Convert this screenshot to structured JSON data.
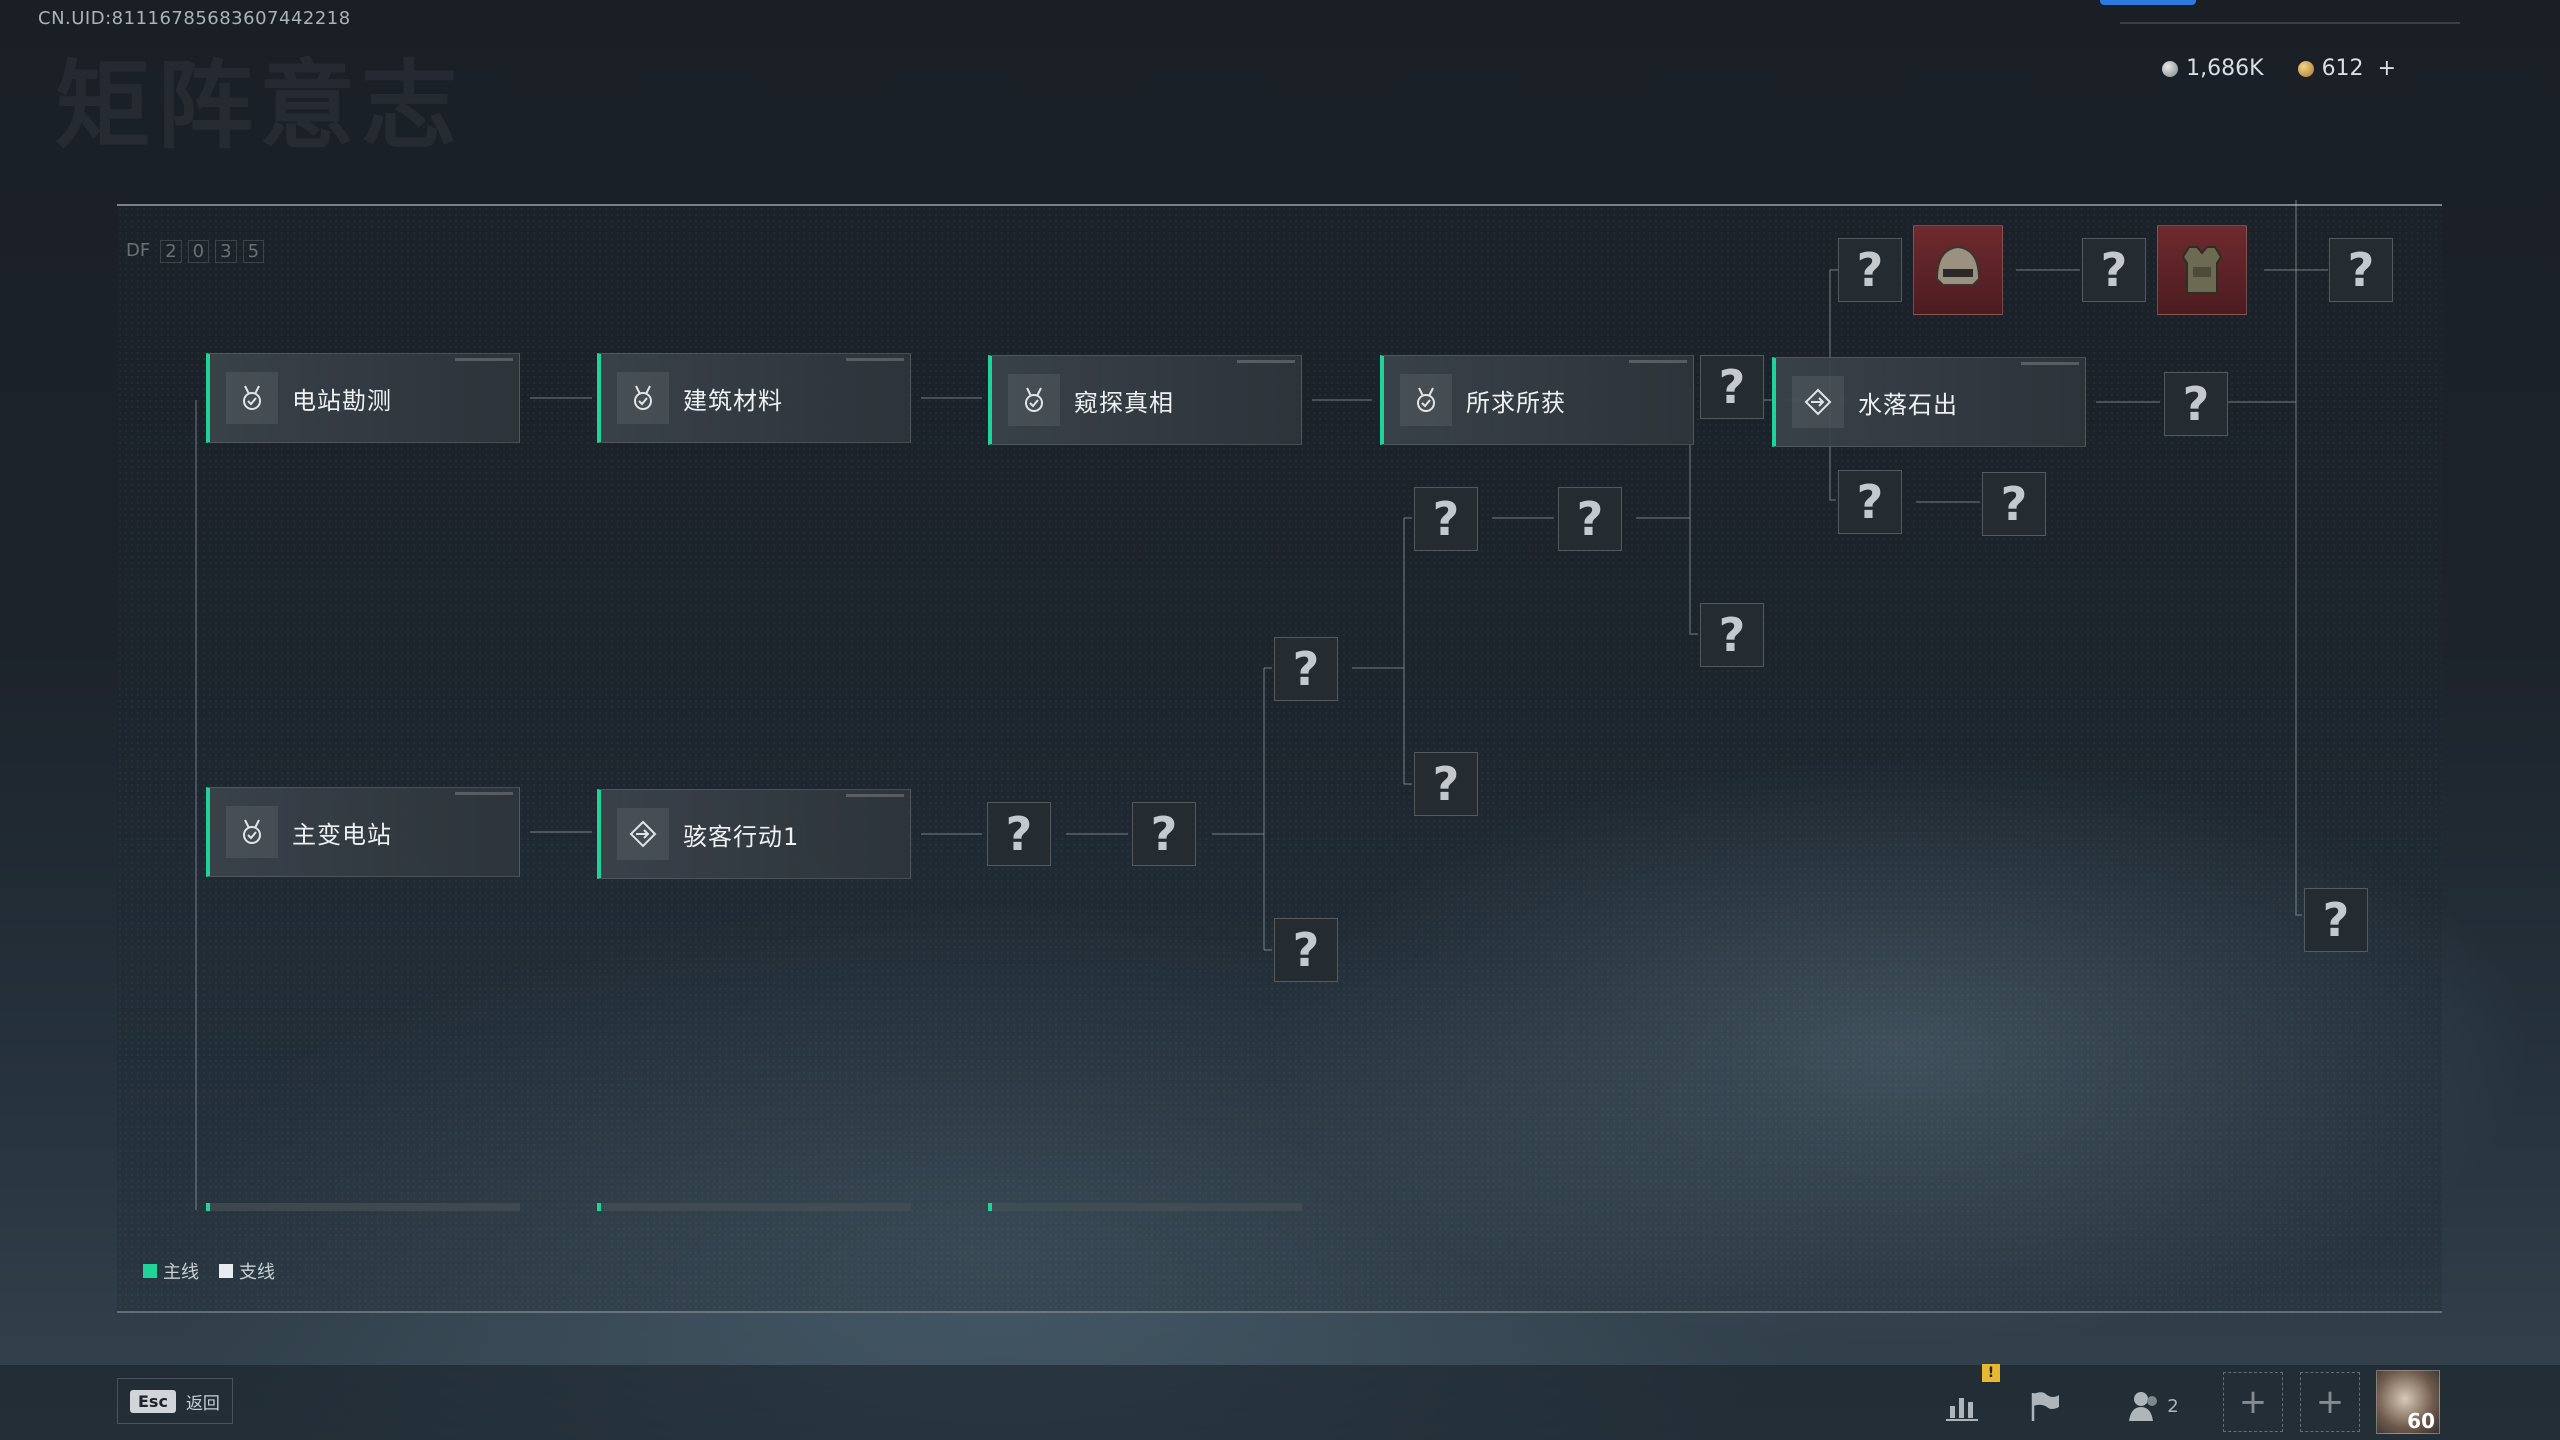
{
  "uid_text": "CN.UID:8111678568360744221​8",
  "bg_title": "矩阵意志",
  "currency": {
    "silver": "1,686K",
    "gold": "612",
    "gold_add": "+"
  },
  "df_code": [
    "DF",
    "2",
    "0",
    "3",
    "5"
  ],
  "main_tasks": [
    {
      "label": "电站勘测",
      "icon": "medal-check-icon"
    },
    {
      "label": "建筑材料",
      "icon": "medal-check-icon"
    },
    {
      "label": "窥探真相",
      "icon": "medal-check-icon"
    },
    {
      "label": "所求所获",
      "icon": "medal-check-icon"
    },
    {
      "label": "水落石出",
      "icon": "diamond-arrow-icon"
    },
    {
      "label": "主变电站",
      "icon": "medal-check-icon"
    },
    {
      "label": "骇客行动1",
      "icon": "diamond-arrow-icon"
    }
  ],
  "unknown_mark": "?",
  "rewards": [
    {
      "icon": "helmet-icon"
    },
    {
      "icon": "armor-vest-icon"
    }
  ],
  "legend": [
    {
      "label": "主线",
      "color": "#1ed49a"
    },
    {
      "label": "支线",
      "color": "#e6ecef"
    }
  ],
  "bottom": {
    "esc_key": "Esc",
    "esc_label": "返回",
    "alert": "!",
    "team_count": "2",
    "plus": "+",
    "level": "60"
  }
}
